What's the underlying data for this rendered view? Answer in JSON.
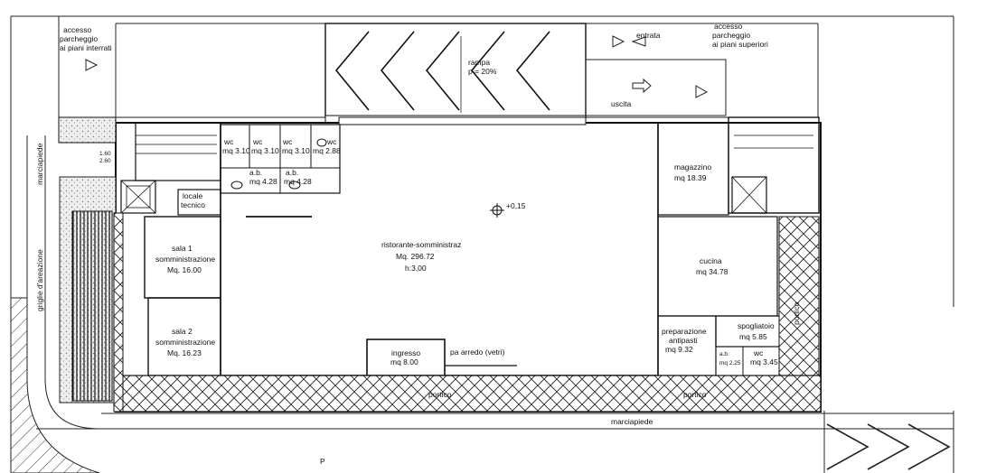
{
  "labels": {
    "accesso_interrati": [
      "accesso",
      "parcheggio",
      "ai piani interrati"
    ],
    "accesso_superiori": [
      "accesso",
      "parcheggio",
      "ai piani superiori"
    ],
    "entrata": "entrata",
    "uscita": "uscita",
    "rampa": [
      "rampa",
      "p = 20%"
    ],
    "marciapiede_left": "marciapiede",
    "marciapiede_bottom": "marciapiede",
    "griglie": "griglie d'areazione",
    "wc1": [
      "wc",
      "mq 3.10"
    ],
    "wc2": [
      "wc",
      "mq 3.10"
    ],
    "wc3": [
      "wc",
      "mq 3.10"
    ],
    "wc4": [
      "wc",
      "mq 2.88"
    ],
    "ab1": [
      "a.b.",
      "mq 4.28"
    ],
    "ab2": [
      "a.b.",
      "mq 4.28"
    ],
    "locale_tecnico": [
      "locale",
      "tecnico"
    ],
    "sala1": [
      "sala 1",
      "somministrazione",
      "Mq. 16.00"
    ],
    "sala2": [
      "sala 2",
      "somministrazione",
      "Mq. 16.23"
    ],
    "ristorante": [
      "ristorante-somministraz",
      "Mq. 296.72",
      "h:3,00"
    ],
    "quota": "+0,15",
    "ingresso": [
      "ingresso",
      "mq 8.00"
    ],
    "arredo": "pa arredo (vetri)",
    "magazzino": [
      "magazzino",
      "mq 18.39"
    ],
    "cucina": [
      "cucina",
      "mq 34.78"
    ],
    "preparazione": [
      "preparazione",
      "antipasti",
      "mq 9.32"
    ],
    "spogliatoio": [
      "spogliatoio",
      "mq 5.85"
    ],
    "ab3": [
      "a.b.",
      "mq 2.25"
    ],
    "wc5": [
      "wc",
      "mq 3.45"
    ],
    "portico1": "portico",
    "portico2": "portico",
    "portico3": "portico",
    "p_letter": "P",
    "dim_a": "1.60",
    "dim_b": "2.60"
  }
}
